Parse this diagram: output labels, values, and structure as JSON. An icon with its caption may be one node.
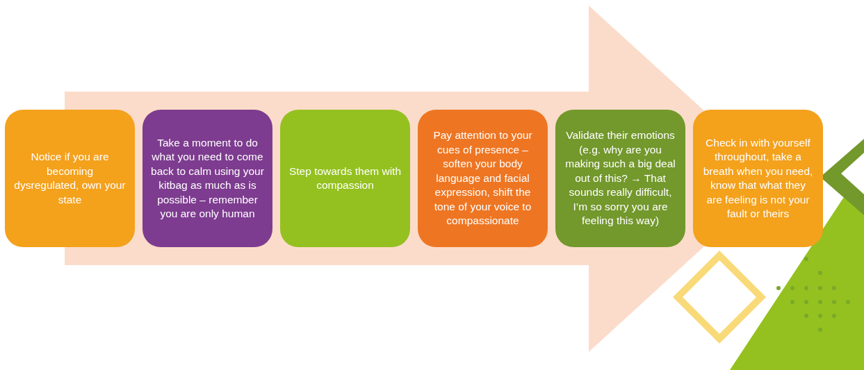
{
  "diagram": {
    "nodes": [
      {
        "text": [
          "Notice if you are becoming dysregulated, own your state"
        ]
      },
      {
        "text": [
          "Take a moment to do what you need to come back to calm using your kitbag as much as is possible – remember you are only human"
        ]
      },
      {
        "text": [
          "Step towards them with compassion"
        ]
      },
      {
        "text": [
          "Pay attention to your cues of presence – soften your body language and facial expression, shift the tone of your voice to compassionate"
        ]
      },
      {
        "text": [
          "Validate their emotions (e.g. why are you making such a big deal out of this? → That sounds really difficult, I’m so sorry you are feeling this way)"
        ]
      },
      {
        "text": [
          "Check in with yourself throughout, take a breath when you need, know that what they are feeling is not your fault or theirs"
        ]
      }
    ],
    "edges": [
      {
        "from": 0,
        "to": 5,
        "arrow": "to"
      }
    ]
  }
}
